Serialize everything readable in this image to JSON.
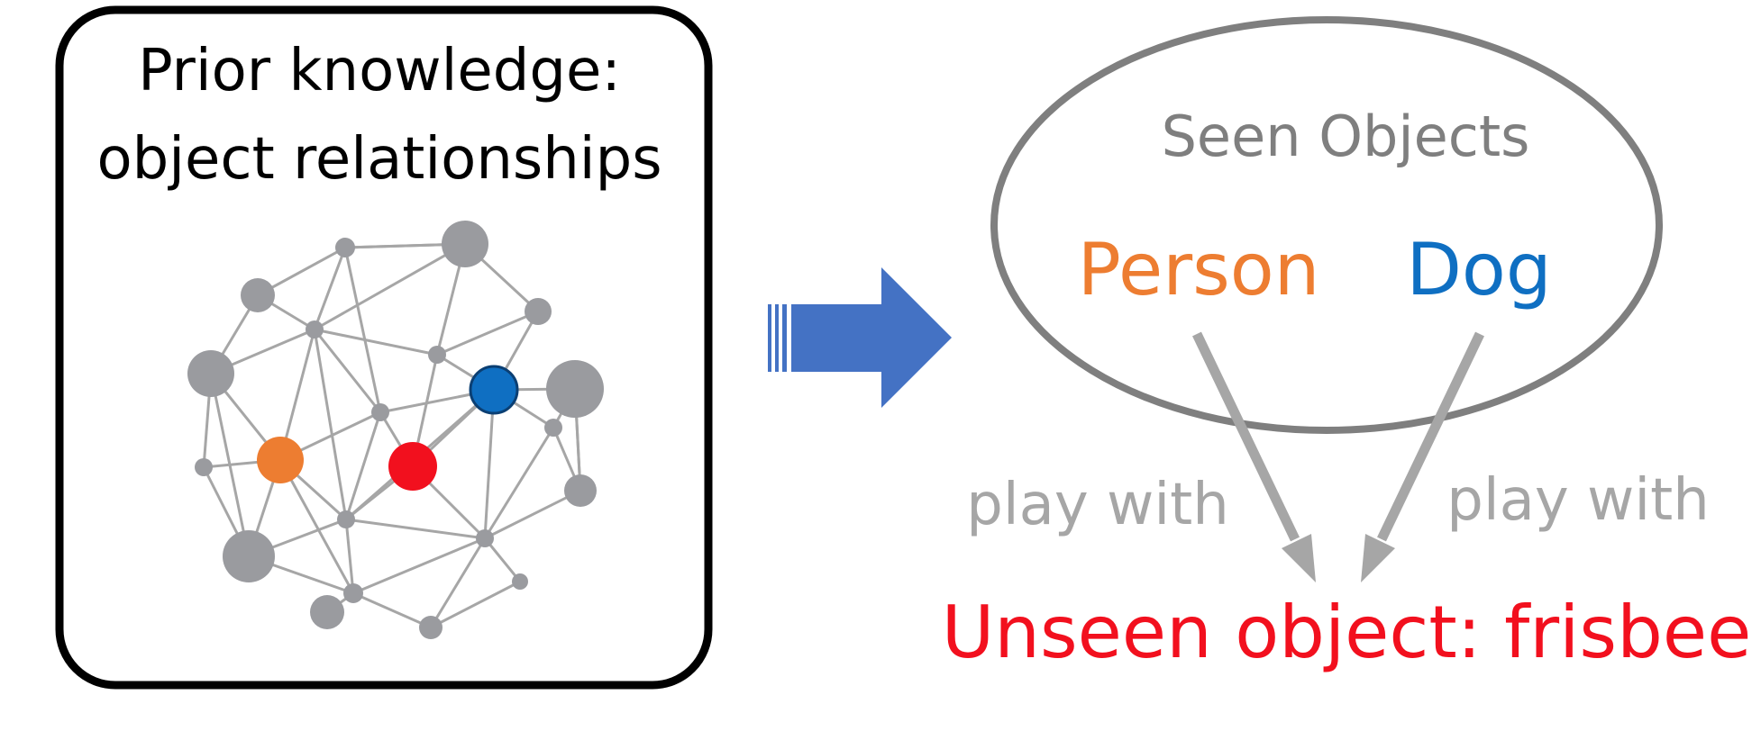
{
  "knowledge_box": {
    "title_line1": "Prior knowledge:",
    "title_line2": "object relationships"
  },
  "seen_group": {
    "label": "Seen Objects",
    "object_a": "Person",
    "object_b": "Dog"
  },
  "relations": {
    "left": "play with",
    "right": "play with"
  },
  "unseen": {
    "label": "Unseen object: frisbee"
  },
  "colors": {
    "box_border": "#000000",
    "node_gray": "#9a9b9f",
    "edge_gray": "#a6a6a6",
    "person_orange": "#ed7d31",
    "dog_blue": "#0f6fc2",
    "frisbee_red": "#f2101e",
    "arrow_blue": "#4472c4",
    "ellipse_gray": "#7f7f7f",
    "relation_gray": "#a6a6a6"
  },
  "icons": {
    "graph": "knowledge-graph-icon",
    "big_arrow": "arrow-right-icon"
  }
}
